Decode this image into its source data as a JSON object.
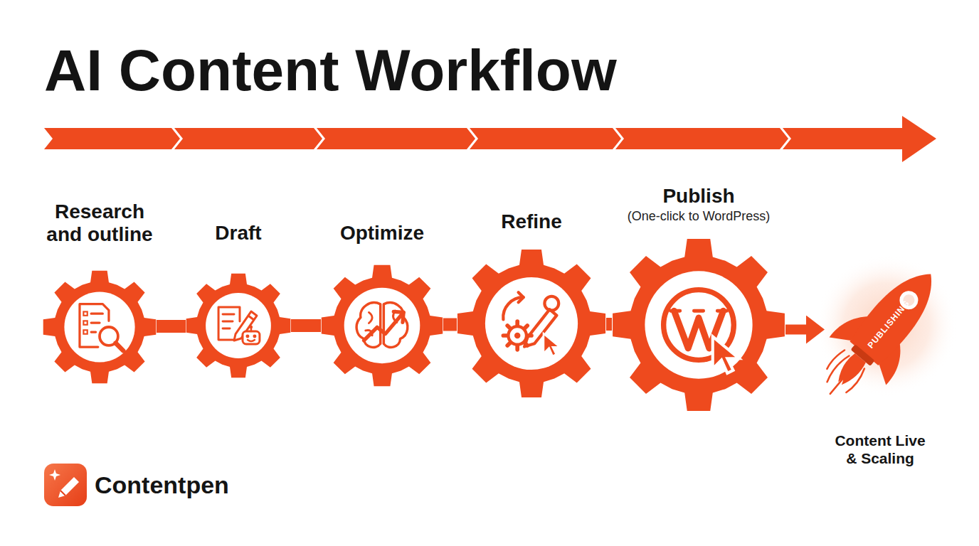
{
  "diagram": {
    "title": "AI Content Workflow",
    "nodes": [
      {
        "text": [
          "Research and outline"
        ]
      },
      {
        "text": [
          "Draft"
        ]
      },
      {
        "text": [
          "Optimize"
        ]
      },
      {
        "text": [
          "Refine"
        ]
      },
      {
        "text": [
          "Publish",
          "(One-click to WordPress)"
        ]
      },
      {
        "text": [
          "PUBLISHING",
          "Content Live & Scaling"
        ]
      }
    ],
    "edges": [
      {
        "from": 0,
        "to": 1,
        "arrow": "none"
      },
      {
        "from": 1,
        "to": 2,
        "arrow": "none"
      },
      {
        "from": 2,
        "to": 3,
        "arrow": "none"
      },
      {
        "from": 3,
        "to": 4,
        "arrow": "none"
      },
      {
        "from": 4,
        "to": 5,
        "arrow": "to"
      }
    ],
    "labels": [
      "Contentpen"
    ]
  }
}
